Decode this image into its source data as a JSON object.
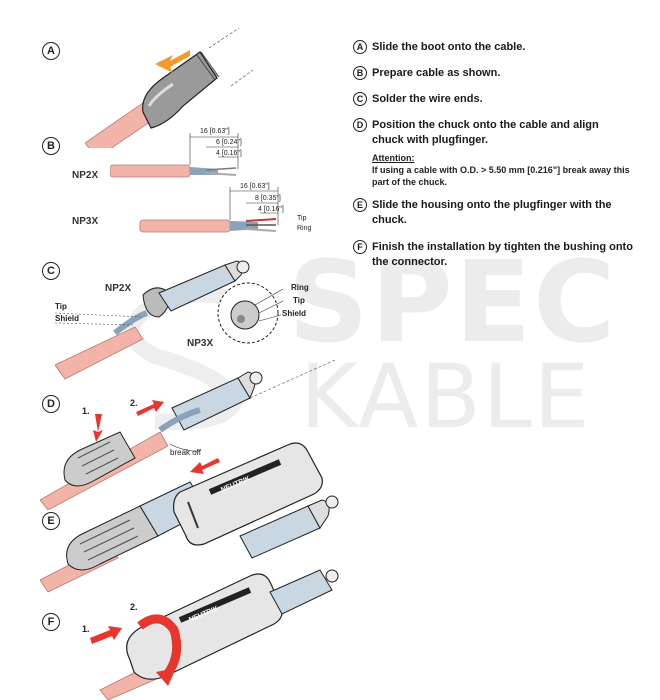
{
  "watermark": {
    "line1": "SPEC",
    "line2": "KABLE"
  },
  "diagram": {
    "steps": [
      "A",
      "B",
      "C",
      "D",
      "E",
      "F"
    ],
    "b": {
      "np2x": "NP2X",
      "np3x": "NP3X",
      "dims_np2x": [
        "16 [0.63\"]",
        "6 [0.24\"]",
        "4 [0.16\"]"
      ],
      "dims_np3x": [
        "16 [0.63\"]",
        "8 [0.35\"]",
        "4 [0.16\"]"
      ],
      "tip": "Tip",
      "ring": "Ring"
    },
    "c": {
      "np2x": "NP2X",
      "np3x": "NP3X",
      "tip": "Tip",
      "shield": "Shield",
      "ring": "Ring",
      "tip2": "Tip",
      "shield2": "Shield"
    },
    "d": {
      "n1": "1.",
      "n2": "2.",
      "break_off": "break off"
    },
    "f": {
      "n1": "1.",
      "n2": "2."
    },
    "housing_brand": "NEUTRIK"
  },
  "instructions": [
    {
      "letter": "A",
      "text": "Slide the boot onto the cable."
    },
    {
      "letter": "B",
      "text": "Prepare cable as shown."
    },
    {
      "letter": "C",
      "text": "Solder the wire ends."
    },
    {
      "letter": "D",
      "text": "Position the chuck onto the cable and align chuck with plugfinger."
    },
    {
      "letter": "E",
      "text": "Slide the housing onto the plugfinger with the chuck."
    },
    {
      "letter": "F",
      "text": "Finish the installation by tighten the bushing onto the connector."
    }
  ],
  "attention": {
    "heading": "Attention:",
    "text": "If using a cable with O.D. > 5.50 mm [0.216\"] break away this part of the chuck."
  },
  "colors": {
    "cable": "#f2b4a8",
    "arrow": "#e8352e",
    "arrow_a": "#f39a2a",
    "outline": "#222222",
    "watermark": "#ececec"
  }
}
